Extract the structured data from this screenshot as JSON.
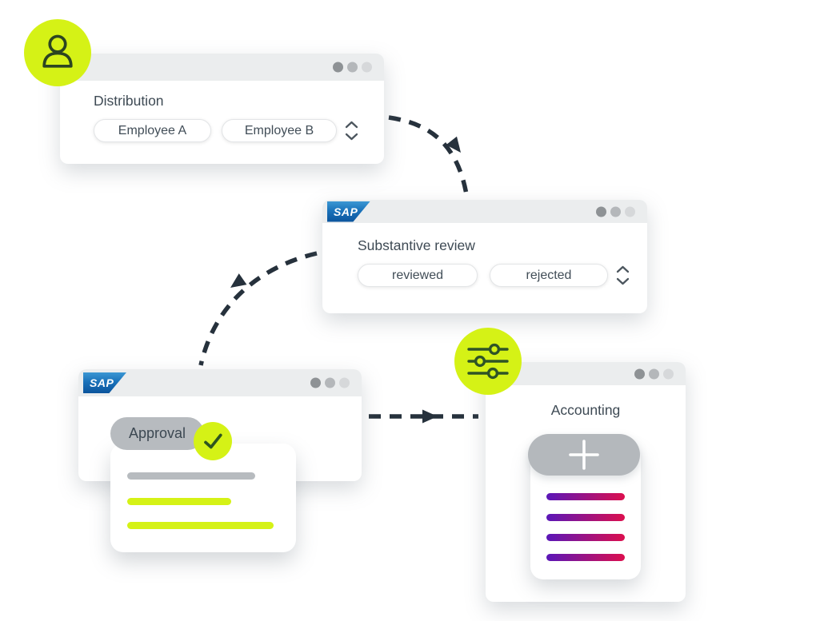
{
  "colors": {
    "lime_accent": "#d5f216",
    "icon_dark_green": "#2e5520",
    "arrow_dark": "#26313c",
    "titlebar_gray": "#ebedee",
    "neutral_gray": "#b7bbbf",
    "bar_gradient_start": "#5a17b8",
    "bar_gradient_end": "#dc0f4e",
    "sap_blue": "#0b549c"
  },
  "icons": {
    "user_badge": "person-outline-icon",
    "settings_badge": "sliders-icon",
    "approval_check": "checkmark-icon",
    "add_button": "plus-icon",
    "stepper": "chevron-up-down-icons",
    "window_controls": "three-dots"
  },
  "windows": {
    "distribution": {
      "title": "Distribution",
      "pills": [
        "Employee A",
        "Employee B"
      ]
    },
    "substantive_review": {
      "logo": "SAP",
      "title": "Substantive review",
      "pills": [
        "reviewed",
        "rejected"
      ]
    },
    "approval": {
      "logo": "SAP",
      "pill_label": "Approval"
    },
    "accounting": {
      "title": "Accounting",
      "add_label": "+"
    }
  }
}
